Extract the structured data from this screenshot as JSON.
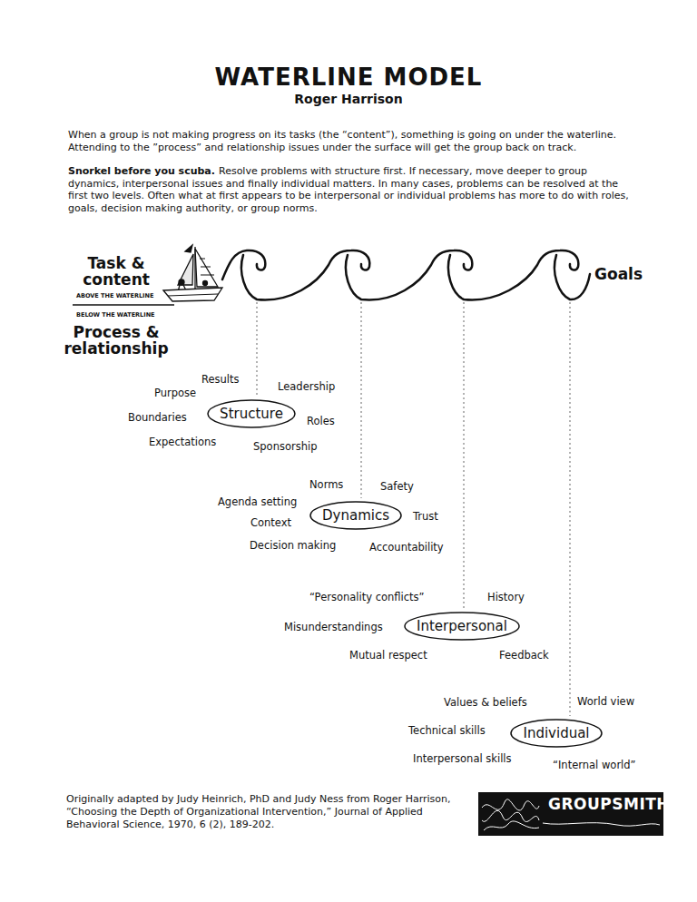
{
  "diagram": {
    "title": "WATERLINE MODEL",
    "caption": "Originally adapted by Judy Heinrich, PhD and Judy Ness from Roger Harrison, “Choosing the Depth of Organizational Intervention,” Journal of Applied Behavioral Science, 1970, 6 (2), 189-202.",
    "nodes": [
      {
        "text": [
          "Structure"
        ]
      },
      {
        "text": [
          "Dynamics"
        ]
      },
      {
        "text": [
          "Interpersonal"
        ]
      },
      {
        "text": [
          "Individual"
        ]
      }
    ],
    "labels": [
      "Roger Harrison",
      "When a group is not making progress on its tasks (the “content”), something is going on under the waterline. Attending to the ”process” and relationship issues under the surface will get the group back on track.",
      "Snorkel before you scuba.",
      "Resolve problems with structure first. If necessary, move deeper to group dynamics, interpersonal issues and finally individual matters. In many cases, problems can be resolved at the first two levels. Often what at first appears to be interpersonal or individual problems has more to do with roles, goals, decision making authority, or group norms.",
      "Task & content",
      "ABOVE THE WATERLINE",
      "BELOW THE WATERLINE",
      "Process & relationship",
      "Goals",
      "Results",
      "Purpose",
      "Leadership",
      "Boundaries",
      "Roles",
      "Expectations",
      "Sponsorship",
      "Norms",
      "Safety",
      "Agenda setting",
      "Context",
      "Trust",
      "Decision making",
      "Accountability",
      "“Personality conflicts”",
      "History",
      "Misunderstandings",
      "Mutual respect",
      "Feedback",
      "Values & beliefs",
      "World view",
      "Technical skills",
      "Interpersonal skills",
      "“Internal world”",
      "GROUPSMITH"
    ]
  }
}
